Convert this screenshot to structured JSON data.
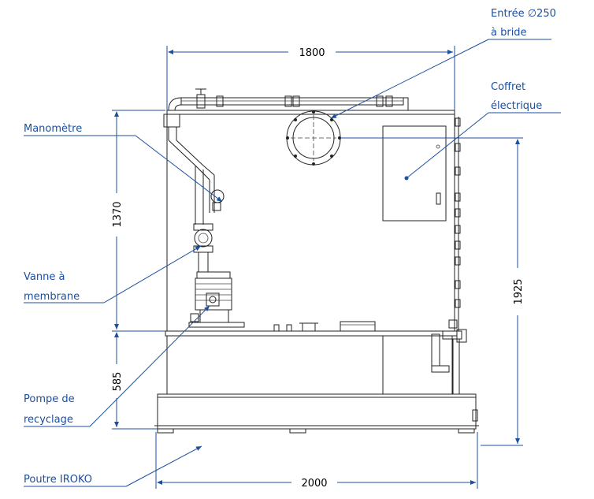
{
  "labels": {
    "inlet_line1": "Entrée ∅250",
    "inlet_line2": "à bride",
    "cabinet_line1": "Coffret",
    "cabinet_line2": "électrique",
    "gauge": "Manomètre",
    "valve_line1": "Vanne à",
    "valve_line2": "membrane",
    "pump_line1": "Pompe de",
    "pump_line2": "recyclage",
    "beam": "Poutre IROKO"
  },
  "dimensions": {
    "top_width": "1800",
    "bottom_width": "2000",
    "left_upper": "1370",
    "left_lower": "585",
    "right_height": "1925"
  },
  "colors": {
    "label_blue": "#1b4fa0",
    "drawing": "#222222"
  }
}
